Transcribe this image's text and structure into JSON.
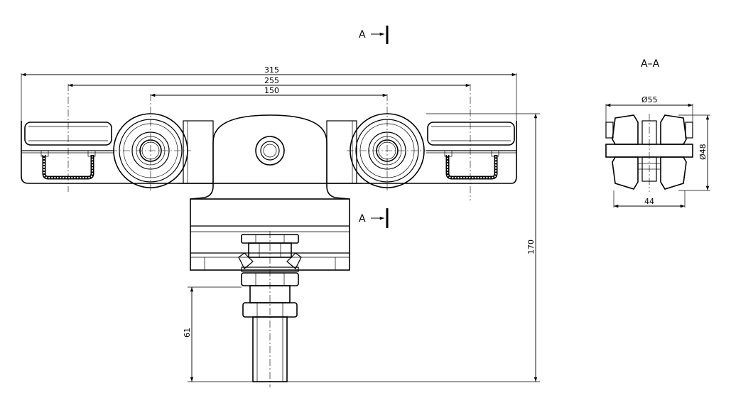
{
  "section_marks": {
    "top": "A",
    "bottom": "A"
  },
  "section_view_title": "A–A",
  "dimensions": {
    "width_315": "315",
    "width_255": "255",
    "width_150": "150",
    "height_170": "170",
    "height_61": "61",
    "diameter_55": "Ø55",
    "diameter_48": "Ø48",
    "width_44": "44"
  }
}
